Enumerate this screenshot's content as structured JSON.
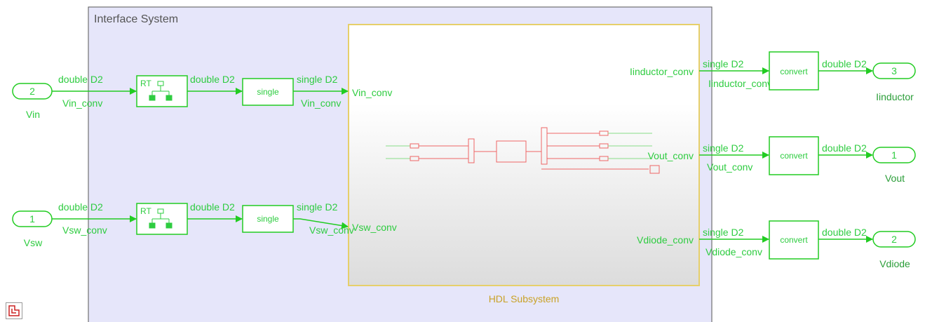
{
  "interface_system": {
    "title": "Interface System"
  },
  "hdl_subsystem": {
    "title": "HDL Subsystem",
    "inputs": [
      "Vin_conv",
      "Vsw_conv"
    ],
    "outputs": [
      "Iinductor_conv",
      "Vout_conv",
      "Vdiode_conv"
    ]
  },
  "inports": [
    {
      "num": "2",
      "name": "Vin",
      "signal": "Vin_conv",
      "type": "double D2"
    },
    {
      "num": "1",
      "name": "Vsw",
      "signal": "Vsw_conv",
      "type": "double D2"
    }
  ],
  "rate_transition": {
    "label": "RT",
    "out_type": "double D2"
  },
  "single_blocks": {
    "label": "single",
    "out_type": "single D2"
  },
  "converts": {
    "label": "convert",
    "in_type": "single D2",
    "out_type": "double D2"
  },
  "outports": [
    {
      "num": "3",
      "name": "Iinductor",
      "signal": "Iinductor_conv"
    },
    {
      "num": "1",
      "name": "Vout",
      "signal": "Vout_conv"
    },
    {
      "num": "2",
      "name": "Vdiode",
      "signal": "Vdiode_conv"
    }
  ],
  "colors": {
    "signal_green": "#22cc22",
    "subsystem_fill": "#e6e6fa",
    "hdl_border": "#e6cf6a",
    "hdl_title": "#c9a227"
  }
}
